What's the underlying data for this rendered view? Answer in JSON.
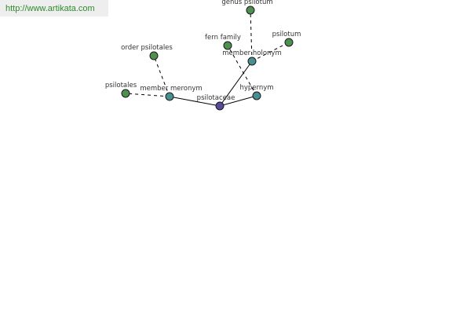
{
  "header": {
    "url": "http://www.artikata.com"
  },
  "colors": {
    "url_text": "#2e8b2e",
    "url_bg": "#eeeeee",
    "center_node": "#5a4a9a",
    "relation_node": "#4a8f8f",
    "term_node": "#4f8f4f"
  },
  "graph": {
    "center": {
      "label": "psilotaceae"
    },
    "relations": {
      "member_meronym": "member meronym",
      "member_holonym": "member holonym",
      "hypernym": "hypernym"
    },
    "terms": {
      "psilotales": "psilotales",
      "order_psilotales": "order psilotales",
      "fern_family": "fern family",
      "genus_psilotum": "genus psilotum",
      "psilotum": "psilotum"
    }
  }
}
